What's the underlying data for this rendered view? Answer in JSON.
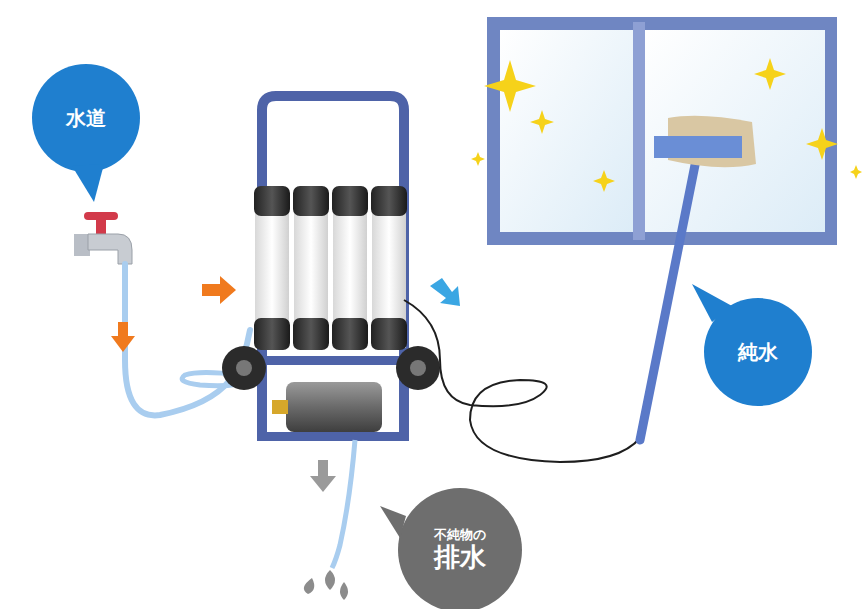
{
  "diagram": {
    "nodes": [
      {
        "text": [
          "水道"
        ]
      },
      {
        "text": [
          "純水"
        ]
      },
      {
        "text": [
          "不純物の",
          "排水"
        ]
      }
    ]
  }
}
